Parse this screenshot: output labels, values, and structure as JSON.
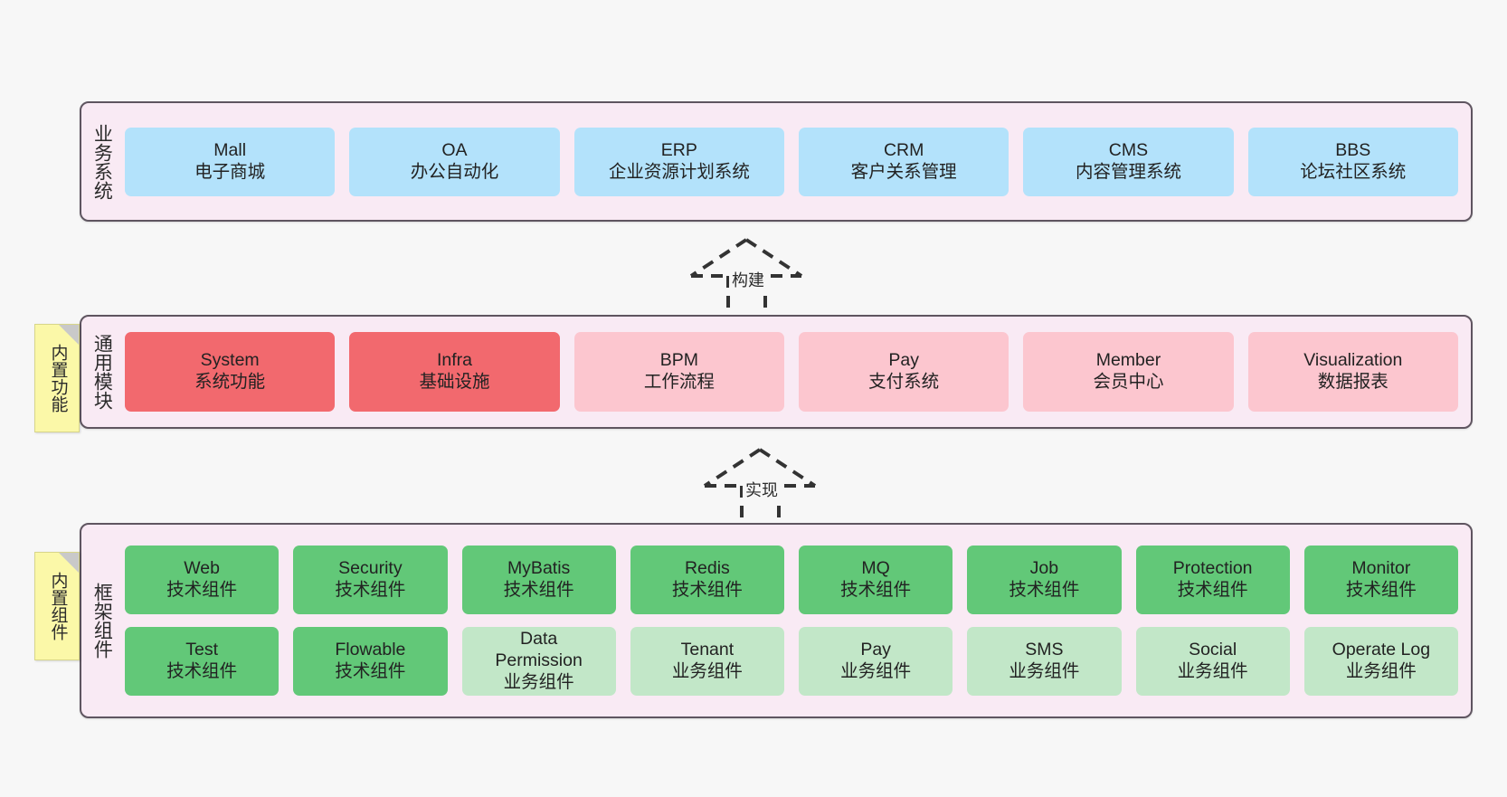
{
  "theme": {
    "background": "#f7f7f7",
    "layer_fill": "#f9eaf4",
    "layer_border": "#5f5560",
    "blue": "#b3e2fb",
    "red": "#f2696e",
    "pink": "#fcc6cf",
    "green": "#62c878",
    "light_green": "#c2e7c8",
    "note_yellow": "#fbf8a8",
    "note_fold": "#c9c9c9",
    "arrow": "#333333"
  },
  "layers": [
    {
      "id": "business-system",
      "title": "业务系统",
      "rows": [
        {
          "cards": [
            {
              "t1": "Mall",
              "t2": "电子商城",
              "color": "blue"
            },
            {
              "t1": "OA",
              "t2": "办公自动化",
              "color": "blue"
            },
            {
              "t1": "ERP",
              "t2": "企业资源计划系统",
              "color": "blue"
            },
            {
              "t1": "CRM",
              "t2": "客户关系管理",
              "color": "blue"
            },
            {
              "t1": "CMS",
              "t2": "内容管理系统",
              "color": "blue"
            },
            {
              "t1": "BBS",
              "t2": "论坛社区系统",
              "color": "blue"
            }
          ]
        }
      ]
    },
    {
      "id": "common-module",
      "title": "通用模块",
      "rows": [
        {
          "cards": [
            {
              "t1": "System",
              "t2": "系统功能",
              "color": "red"
            },
            {
              "t1": "Infra",
              "t2": "基础设施",
              "color": "red"
            },
            {
              "t1": "BPM",
              "t2": "工作流程",
              "color": "pink"
            },
            {
              "t1": "Pay",
              "t2": "支付系统",
              "color": "pink"
            },
            {
              "t1": "Member",
              "t2": "会员中心",
              "color": "pink"
            },
            {
              "t1": "Visualization",
              "t2": "数据报表",
              "color": "pink"
            }
          ]
        }
      ]
    },
    {
      "id": "framework-component",
      "title": "框架组件",
      "rows": [
        {
          "cards": [
            {
              "t1": "Web",
              "t2": "技术组件",
              "color": "green"
            },
            {
              "t1": "Security",
              "t2": "技术组件",
              "color": "green"
            },
            {
              "t1": "MyBatis",
              "t2": "技术组件",
              "color": "green"
            },
            {
              "t1": "Redis",
              "t2": "技术组件",
              "color": "green"
            },
            {
              "t1": "MQ",
              "t2": "技术组件",
              "color": "green"
            },
            {
              "t1": "Job",
              "t2": "技术组件",
              "color": "green"
            },
            {
              "t1": "Protection",
              "t2": "技术组件",
              "color": "green"
            },
            {
              "t1": "Monitor",
              "t2": "技术组件",
              "color": "green"
            }
          ]
        },
        {
          "cards": [
            {
              "t1": "Test",
              "t2": "技术组件",
              "color": "green"
            },
            {
              "t1": "Flowable",
              "t2": "技术组件",
              "color": "green"
            },
            {
              "t1": "Data Permission",
              "t2": "业务组件",
              "color": "light_green"
            },
            {
              "t1": "Tenant",
              "t2": "业务组件",
              "color": "light_green"
            },
            {
              "t1": "Pay",
              "t2": "业务组件",
              "color": "light_green"
            },
            {
              "t1": "SMS",
              "t2": "业务组件",
              "color": "light_green"
            },
            {
              "t1": "Social",
              "t2": "业务组件",
              "color": "light_green"
            },
            {
              "t1": "Operate Log",
              "t2": "业务组件",
              "color": "light_green"
            }
          ]
        }
      ]
    }
  ],
  "notes": [
    {
      "id": "builtin-function",
      "text": "内置功能"
    },
    {
      "id": "builtin-component",
      "text": "内置组件"
    }
  ],
  "connectors": [
    {
      "id": "build",
      "label": "构建"
    },
    {
      "id": "implement",
      "label": "实现"
    }
  ]
}
